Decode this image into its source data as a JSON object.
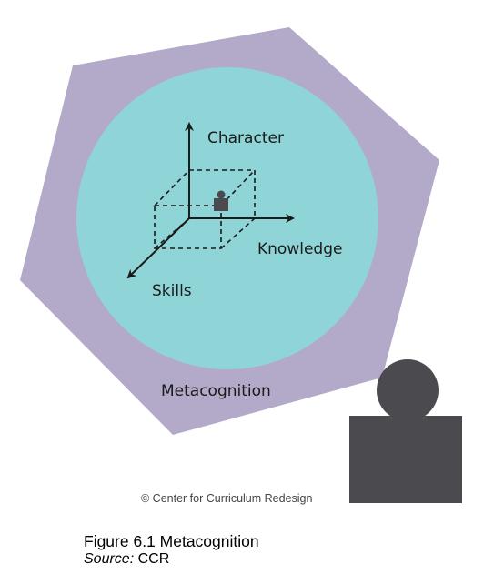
{
  "diagram": {
    "axes": {
      "character_label": "Character",
      "knowledge_label": "Knowledge",
      "skills_label": "Skills"
    },
    "outer_label": "Metacognition",
    "copyright": "© Center for Curriculum Redesign",
    "colors": {
      "hexagon": "#b3a9c9",
      "circle": "#8fd4d7",
      "person": "#4b4a4f",
      "axis": "#1a1a1a"
    }
  },
  "caption": {
    "title": "Figure 6.1 Metacognition",
    "source_label": "Source:",
    "source_value": "CCR"
  }
}
